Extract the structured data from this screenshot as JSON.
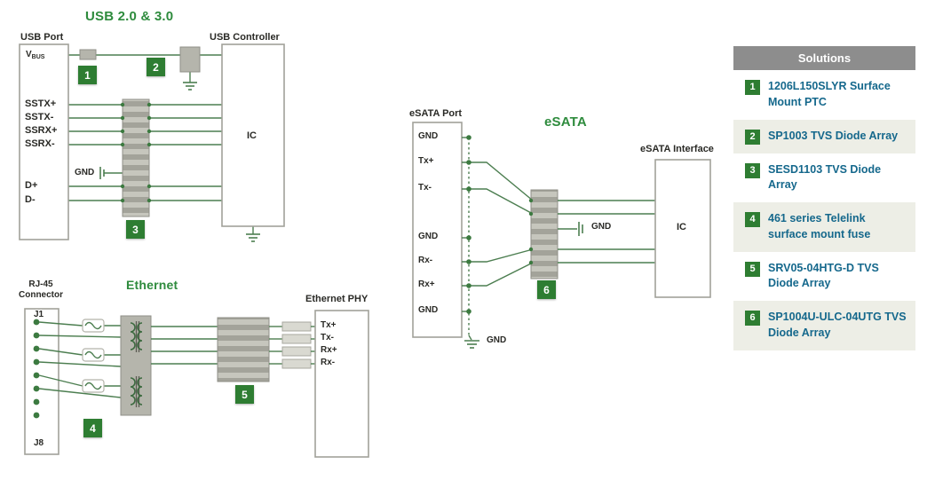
{
  "colors": {
    "wire_green": "#4c7e50",
    "title_green": "#2e8b3d",
    "badge_green": "#2e7d32",
    "sidebar_text_teal": "#15688c",
    "sidebar_header_gray": "#8d8d8d",
    "component_gray": "#b5b5ac"
  },
  "usb": {
    "title": "USB 2.0 & 3.0",
    "port_label": "USB Port",
    "controller_label": "USB Controller",
    "ic_label": "IC",
    "gnd_label": "GND",
    "pins": {
      "vbus_v": "V",
      "vbus_sub": "BUS",
      "sstx_p": "SSTX+",
      "sstx_n": "SSTX-",
      "ssrx_p": "SSRX+",
      "ssrx_n": "SSRX-",
      "d_p": "D+",
      "d_n": "D-"
    }
  },
  "ethernet": {
    "title": "Ethernet",
    "connector_line1": "RJ-45",
    "connector_line2": "Connector",
    "j1": "J1",
    "j8": "J8",
    "phy_label": "Ethernet PHY",
    "pins": [
      "Tx+",
      "Tx-",
      "Rx+",
      "Rx-"
    ]
  },
  "esata": {
    "title": "eSATA",
    "port_label": "eSATA Port",
    "interface_label": "eSATA Interface",
    "ic_label": "IC",
    "gnd_mid_label": "GND",
    "gnd_bottom_label": "GND",
    "pins": [
      "GND",
      "Tx+",
      "Tx-",
      "GND",
      "Rx-",
      "Rx+",
      "GND"
    ]
  },
  "badges": {
    "b1": "1",
    "b2": "2",
    "b3": "3",
    "b4": "4",
    "b5": "5",
    "b6": "6"
  },
  "sidebar": {
    "header": "Solutions",
    "items": [
      {
        "num": "1",
        "label": "1206L150SLYR Surface Mount PTC"
      },
      {
        "num": "2",
        "label": "SP1003 TVS Diode Array"
      },
      {
        "num": "3",
        "label": "SESD1103 TVS Diode Array"
      },
      {
        "num": "4",
        "label": "461 series Telelink surface mount fuse"
      },
      {
        "num": "5",
        "label": "SRV05-04HTG-D TVS Diode Array"
      },
      {
        "num": "6",
        "label": "SP1004U-ULC-04UTG TVS Diode Array"
      }
    ]
  }
}
